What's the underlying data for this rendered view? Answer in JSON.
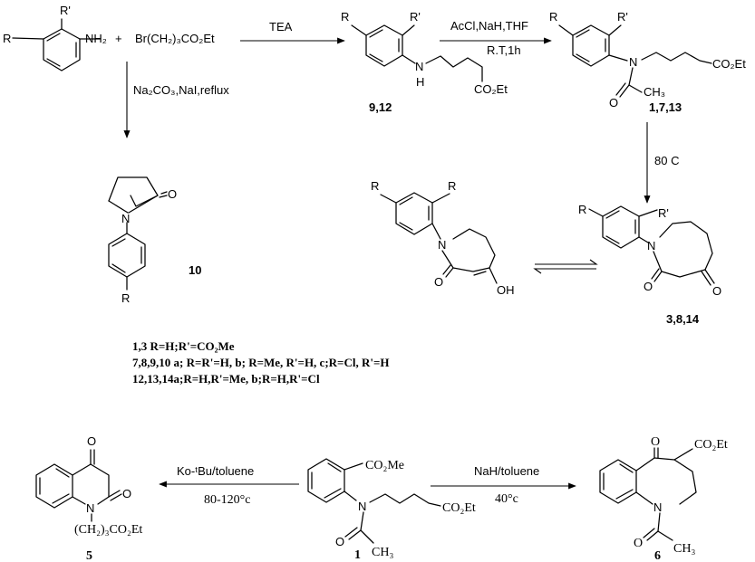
{
  "reactants": {
    "aniline_R": "R",
    "aniline_Rp": "R'",
    "aniline_nh2": "NH₂",
    "plus": "+",
    "bromoester": "Br(CH₂)₃CO₂Et"
  },
  "conditions": {
    "tea": "TEA",
    "acyl_1": "AcCl,NaH,THF",
    "acyl_2": "R.T,1h",
    "base": "Na₂CO₃,NaI,reflux",
    "heat": "80 C",
    "kotbu": "Ko-ᵗBu/toluene",
    "kotbu_temp": "80-120°c",
    "nah": "NaH/toluene",
    "nah_temp": "40°c"
  },
  "atoms": {
    "R": "R",
    "Rp": "R'",
    "N": "N",
    "H": "H",
    "O": "O",
    "OH": "OH",
    "CO2Et": "CO₂Et",
    "CO2Me": "CO₂Me",
    "CH3": "CH₃",
    "chain": "(CH₂)₃CO₂Et"
  },
  "compound_ids": {
    "c912": "9,12",
    "c1713": "1,7,13",
    "c10": "10",
    "c3814": "3,8,14",
    "c5": "5",
    "c1": "1",
    "c6": "6"
  },
  "legend": [
    "1,3 R=H;R'=CO₂Me",
    "7,8,9,10 a; R=R'=H, b; R=Me, R'=H, c;R=Cl, R'=H",
    "12,13,14a;R=H,R'=Me, b;R=H,R'=Cl"
  ]
}
